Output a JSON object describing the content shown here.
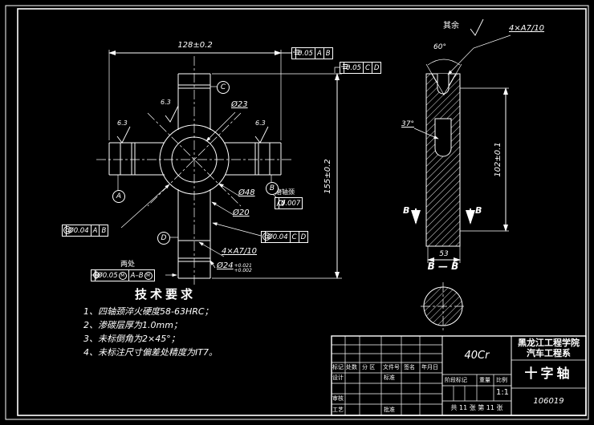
{
  "main_view": {
    "dim_width": "128±0.2",
    "dim_height": "155±0.2",
    "labels": {
      "d23": "Ø23",
      "d48": "Ø48",
      "d20": "Ø20",
      "holes": "4×A7/10",
      "d24": "Ø24",
      "d24_tol_up": "+0.021",
      "d24_tol_dn": "+0.002"
    },
    "fcf_symmetry_ab": {
      "value": "0.05",
      "datum1": "A",
      "datum2": "B"
    },
    "fcf_symmetry_cd": {
      "value": "0.05",
      "datum1": "C",
      "datum2": "D"
    },
    "fcf_concentricity_ab": {
      "value": "Ø0.04",
      "datum1": "A",
      "datum2": "B"
    },
    "fcf_concentricity_cd": {
      "value": "Ø0.04",
      "datum1": "C",
      "datum2": "D"
    },
    "fcf_cylindricity": {
      "value": "0.007",
      "note": "磨轴颈"
    },
    "fcf_position": {
      "note": "两处",
      "value": "Ø0.05",
      "modifier": "M",
      "datum": "A–B"
    },
    "datums": {
      "a": "A",
      "b": "B",
      "c": "C",
      "d": "D"
    },
    "roughness": {
      "r1": "6.3",
      "r2": "6.3",
      "r3": "6.3"
    }
  },
  "side_view": {
    "other_surfaces": "其余",
    "holes": "4×A7/10",
    "angle_top": "60°",
    "angle_cone": "37°",
    "dim_height": "102±0.1",
    "dim_width": "53",
    "section_letter_left": "B",
    "section_letter_right": "B",
    "section_title": "B — B"
  },
  "tech_req": {
    "title": "技术要求",
    "items": [
      "1、四轴颈淬火硬度58-63HRC；",
      "2、渗碳层厚为1.0mm；",
      "3、未标倒角为2×45°；",
      "4、未标注尺寸偏差处精度为IT7。"
    ]
  },
  "title_block": {
    "header": [
      "标记",
      "处数",
      "分 区",
      "文件号",
      "签名",
      "年月日"
    ],
    "row_design": "设计",
    "row_standard": "标准",
    "row_check": "审核",
    "row_process": "工艺",
    "row_approve": "批准",
    "stage_label": "阶段标记",
    "weight_label": "重量",
    "scale_label": "比例",
    "scale_value": "1:1",
    "sheet_info": "共 11 张 第 11 张",
    "material": "40Cr",
    "school_line1": "黑龙江工程学院",
    "school_line2": "汽车工程系",
    "part_name": "十字轴",
    "part_no": "106019"
  },
  "colors": {
    "background": "#000000",
    "line": "#ffffff"
  }
}
